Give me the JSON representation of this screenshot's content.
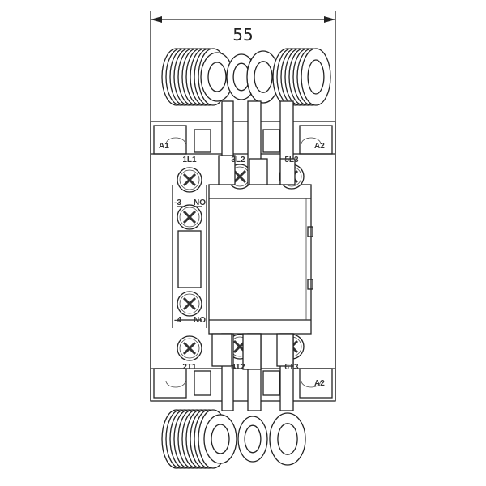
{
  "dimension": {
    "width_label": "55"
  },
  "coil_terminals": {
    "a1": "A1",
    "a2_top": "A2",
    "a2_bottom": "A2"
  },
  "main_terminals": {
    "top": [
      "1L1",
      "3L2",
      "5L3"
    ],
    "bottom": [
      "2T1",
      "4T2",
      "6T3"
    ]
  },
  "aux_contact": {
    "top_number": "-3",
    "top_type": "NO",
    "bottom_number": "-4",
    "bottom_type": "NO"
  },
  "icons": [
    "screw-terminal-icon",
    "wire-ring-lug-icon",
    "dimension-arrow-icon"
  ]
}
